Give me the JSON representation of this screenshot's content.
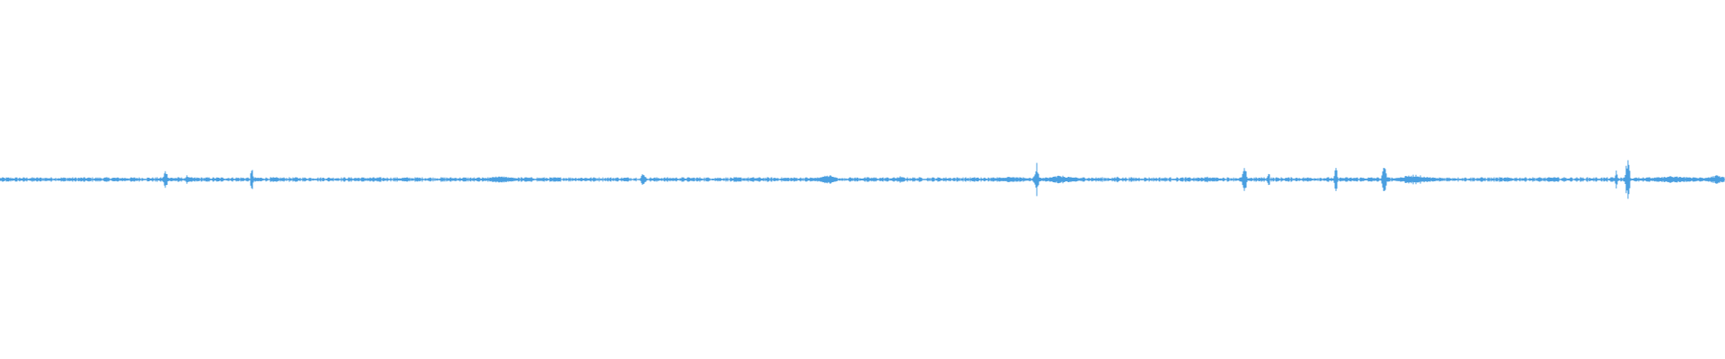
{
  "waveform": {
    "color": "#4a9fe0",
    "background": "#ffffff",
    "baseline_amplitude": 0.005,
    "bursts": [
      {
        "position": 0.096,
        "amplitude": 0.03,
        "width": 0.002
      },
      {
        "position": 0.1085,
        "amplitude": 0.02,
        "width": 0.001
      },
      {
        "position": 0.146,
        "amplitude": 0.045,
        "width": 0.0012
      },
      {
        "position": 0.29,
        "amplitude": 0.01,
        "width": 0.015
      },
      {
        "position": 0.373,
        "amplitude": 0.025,
        "width": 0.002
      },
      {
        "position": 0.48,
        "amplitude": 0.015,
        "width": 0.008
      },
      {
        "position": 0.522,
        "amplitude": 0.01,
        "width": 0.003
      },
      {
        "position": 0.585,
        "amplitude": 0.008,
        "width": 0.02
      },
      {
        "position": 0.601,
        "amplitude": 0.05,
        "width": 0.002
      },
      {
        "position": 0.615,
        "amplitude": 0.012,
        "width": 0.015
      },
      {
        "position": 0.648,
        "amplitude": 0.01,
        "width": 0.001
      },
      {
        "position": 0.7,
        "amplitude": 0.008,
        "width": 0.008
      },
      {
        "position": 0.7215,
        "amplitude": 0.045,
        "width": 0.002
      },
      {
        "position": 0.7355,
        "amplitude": 0.03,
        "width": 0.001
      },
      {
        "position": 0.7745,
        "amplitude": 0.04,
        "width": 0.0015
      },
      {
        "position": 0.8025,
        "amplitude": 0.045,
        "width": 0.002
      },
      {
        "position": 0.82,
        "amplitude": 0.015,
        "width": 0.015
      },
      {
        "position": 0.901,
        "amplitude": 0.01,
        "width": 0.002
      },
      {
        "position": 0.937,
        "amplitude": 0.03,
        "width": 0.001
      },
      {
        "position": 0.9435,
        "amplitude": 0.07,
        "width": 0.002
      },
      {
        "position": 0.97,
        "amplitude": 0.01,
        "width": 0.025
      },
      {
        "position": 0.995,
        "amplitude": 0.012,
        "width": 0.01
      }
    ]
  }
}
